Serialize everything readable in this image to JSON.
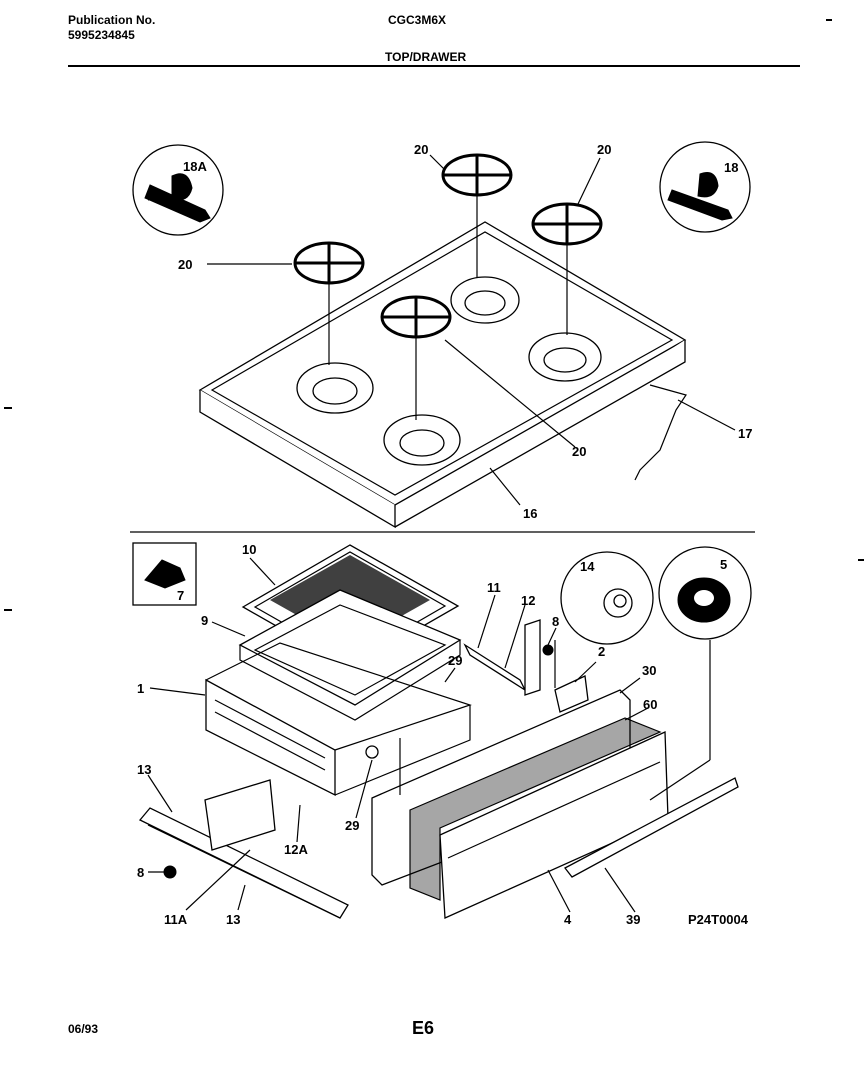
{
  "header": {
    "publication_label": "Publication No.",
    "publication_number": "5995234845",
    "model": "CGC3M6X",
    "section_title": "TOP/DRAWER"
  },
  "callouts": {
    "c18A": "18A",
    "c18": "18",
    "c20a": "20",
    "c20b": "20",
    "c20c": "20",
    "c20d": "20",
    "c17": "17",
    "c16": "16",
    "c10": "10",
    "c7": "7",
    "c9": "9",
    "c1": "1",
    "c11": "11",
    "c12": "12",
    "c8a": "8",
    "c14": "14",
    "c5": "5",
    "c2": "2",
    "c29a": "29",
    "c30": "30",
    "c60": "60",
    "c13a": "13",
    "c29b": "29",
    "c12A": "12A",
    "c8b": "8",
    "c11A": "11A",
    "c13b": "13",
    "c4": "4",
    "c39": "39"
  },
  "drawing_number": "P24T0004",
  "footer": {
    "date": "06/93",
    "page": "E6"
  }
}
